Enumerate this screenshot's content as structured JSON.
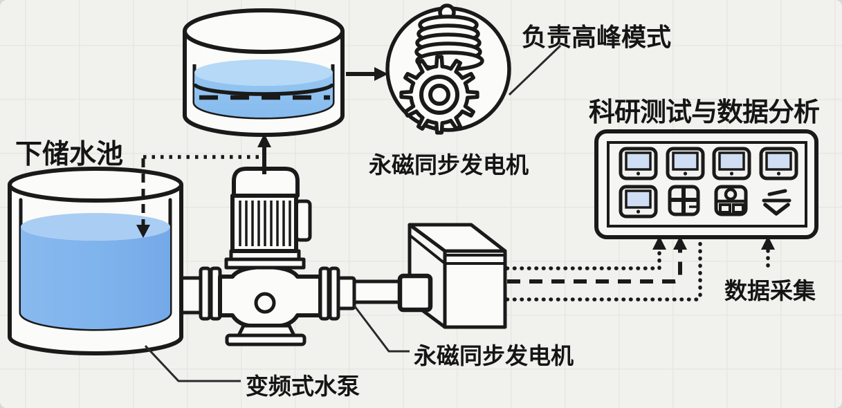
{
  "labels": {
    "lower_reservoir": "下储水池",
    "peak_mode": "负责高峰模式",
    "pm_generator_top": "永磁同步发电机",
    "research_title": "科研测试与数据分析",
    "data_acquisition": "数据采集",
    "pm_generator_bottom": "永磁同步发电机",
    "vfd_pump": "变频式水泵"
  },
  "panel": {
    "icons": [
      "monitor-icon",
      "monitor-icon",
      "monitor-icon",
      "monitor-icon",
      "monitor-icon",
      "split-window-icon",
      "user-panel-icon",
      "sort-lines-icon"
    ]
  },
  "colors": {
    "ink": "#1a1a1a",
    "background": "#f1f1ee",
    "grid": "#e6e6e2",
    "water_body": "#7fb3ec",
    "water_surface": "#aacdf3",
    "upper_water_body": "#8cc0ef",
    "upper_water_surface": "#b5d9f6",
    "screen_fill": "#cfdef2",
    "shape_fill": "#fbfbf9"
  }
}
